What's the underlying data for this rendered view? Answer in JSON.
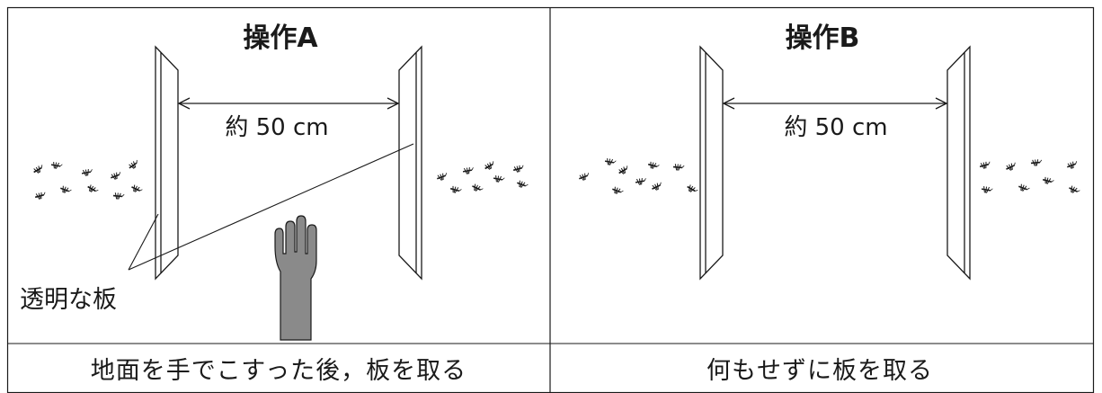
{
  "panels": [
    {
      "title": "操作A",
      "distance_label": "約 50 cm",
      "caption": "地面を手でこすった後，板を取る",
      "plate_label": "透明な板"
    },
    {
      "title": "操作B",
      "distance_label": "約 50 cm",
      "caption": "何もせずに板を取る"
    }
  ],
  "colors": {
    "line": "#1a1a1a",
    "hand": "#8a8a8a"
  },
  "icons": {
    "ant": "ant-icon",
    "hand": "hand-icon"
  }
}
